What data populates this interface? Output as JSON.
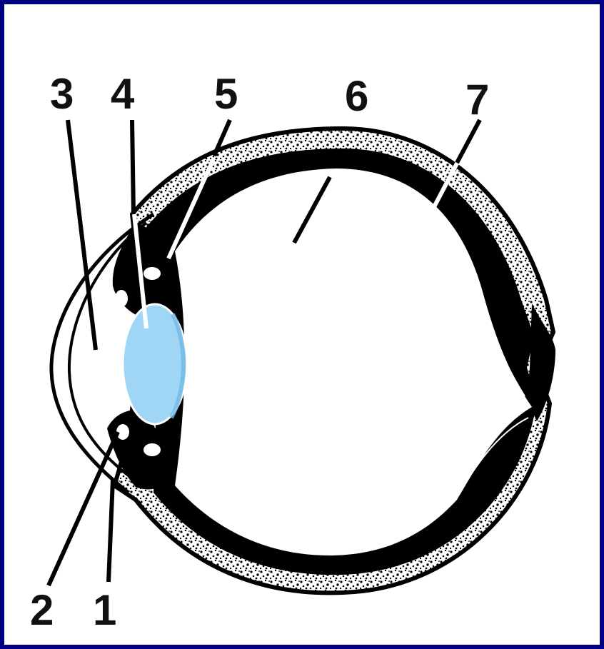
{
  "colors": {
    "border": "#000080",
    "background": "#ffffff",
    "ink": "#000000",
    "lens": "#9fd6f5",
    "lens_edge": "#6fb9e3"
  },
  "labels": [
    {
      "id": "1",
      "text": "1"
    },
    {
      "id": "2",
      "text": "2"
    },
    {
      "id": "3",
      "text": "3"
    },
    {
      "id": "4",
      "text": "4"
    },
    {
      "id": "5",
      "text": "5"
    },
    {
      "id": "6",
      "text": "6"
    },
    {
      "id": "7",
      "text": "7"
    }
  ]
}
